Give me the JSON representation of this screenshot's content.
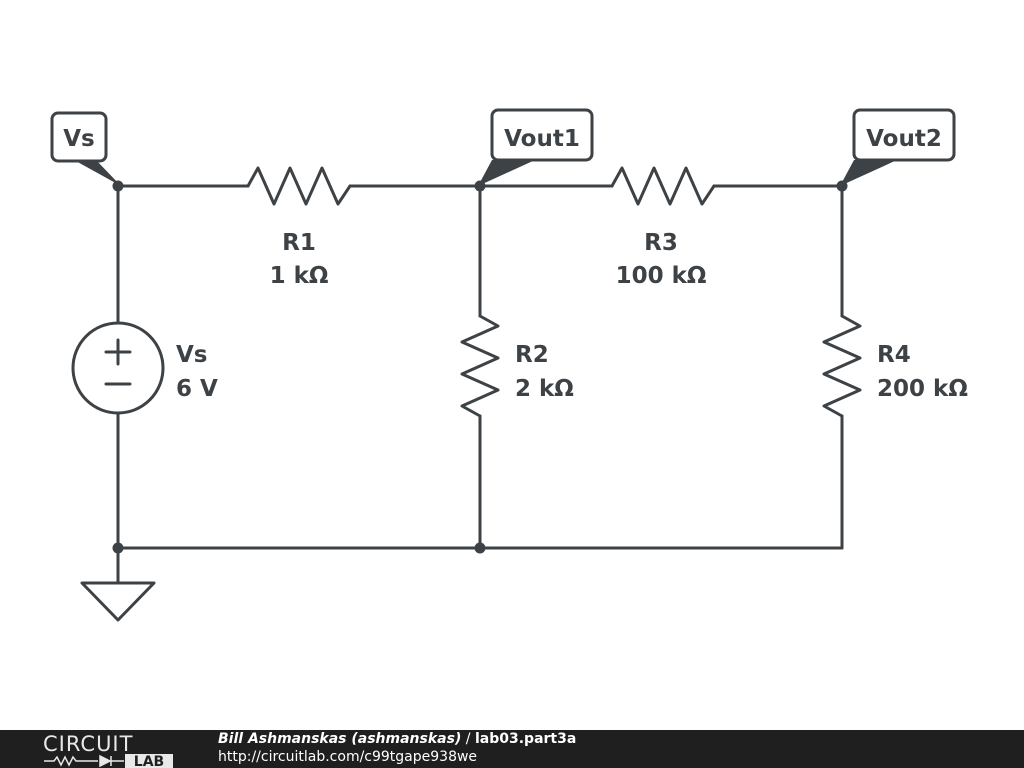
{
  "node_tags": {
    "vs": "Vs",
    "vout1": "Vout1",
    "vout2": "Vout2"
  },
  "components": {
    "r1": {
      "name": "R1",
      "value": "1 kΩ"
    },
    "r2": {
      "name": "R2",
      "value": "2 kΩ"
    },
    "r3": {
      "name": "R3",
      "value": "100 kΩ"
    },
    "r4": {
      "name": "R4",
      "value": "200 kΩ"
    },
    "vs": {
      "name": "Vs",
      "value": "6 V",
      "plus": "+",
      "minus": "−"
    }
  },
  "footer": {
    "logo_top": "CIRCUIT",
    "logo_bottom": "LAB",
    "author": "Bill Ashmanskas (ashmanskas)",
    "separator": " / ",
    "title": "lab03.part3a",
    "url": "http://circuitlab.com/c99tgape938we"
  },
  "colors": {
    "ink": "#3d4246",
    "footer_bg": "#1f1f1f",
    "footer_text": "#ffffff"
  }
}
